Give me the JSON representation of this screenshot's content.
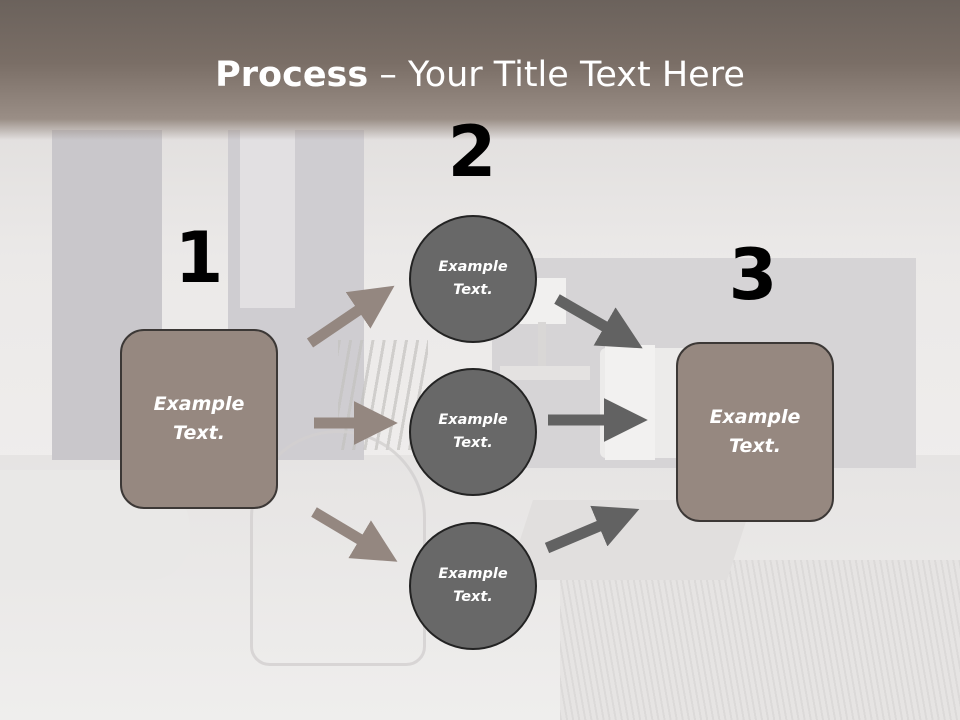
{
  "slide": {
    "title_bold": "Process",
    "title_rest": " – Your Title Text Here"
  },
  "steps": [
    {
      "number": "1",
      "text": "Example\nText."
    },
    {
      "number": "2",
      "items": [
        "Example\nText.",
        "Example\nText.",
        "Example\nText."
      ]
    },
    {
      "number": "3",
      "text": "Example\nText."
    }
  ],
  "colors": {
    "title_band": "#7a6e66",
    "box_fill": "#968880",
    "circle_fill": "#686868",
    "arrow_in": "#948780",
    "arrow_out": "#626262",
    "number_text": "#000000",
    "label_text": "#ffffff"
  }
}
